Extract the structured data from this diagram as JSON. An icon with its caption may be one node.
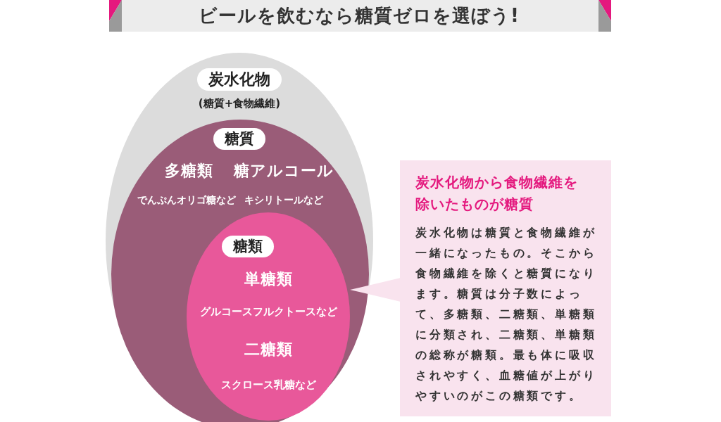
{
  "diagram": {
    "title": "ビールを飲むなら糖質ゼロを選ぼう!",
    "nodes": [
      {
        "text": [
          "炭水化物",
          "(糖質+食物繊維)"
        ]
      },
      {
        "text": [
          "糖質",
          "多糖類",
          "でんぷんオリゴ糖など",
          "糖アルコール",
          "キシリトールなど"
        ],
        "in": 0
      },
      {
        "text": [
          "糖類",
          "単糖類",
          "グルコースフルクトースなど",
          "二糖類",
          "スクロース乳糖など"
        ],
        "in": 1
      },
      {
        "text": [
          "炭水化物から食物繊維を除いたものが糖質",
          "炭水化物は糖質と食物繊維が一緒になったもの。そこから食物繊維を除くと糖質になります。糖質は分子数によって、多糖類、二糖類、単糖類に分類され、二糖類、単糖類の総称が糖類。最も体に吸収されやすく、血糖値が上がりやすいのがこの糖類です。"
        ]
      }
    ],
    "edges": [
      {
        "from": 3,
        "to": 2,
        "arrow": "to"
      }
    ]
  }
}
